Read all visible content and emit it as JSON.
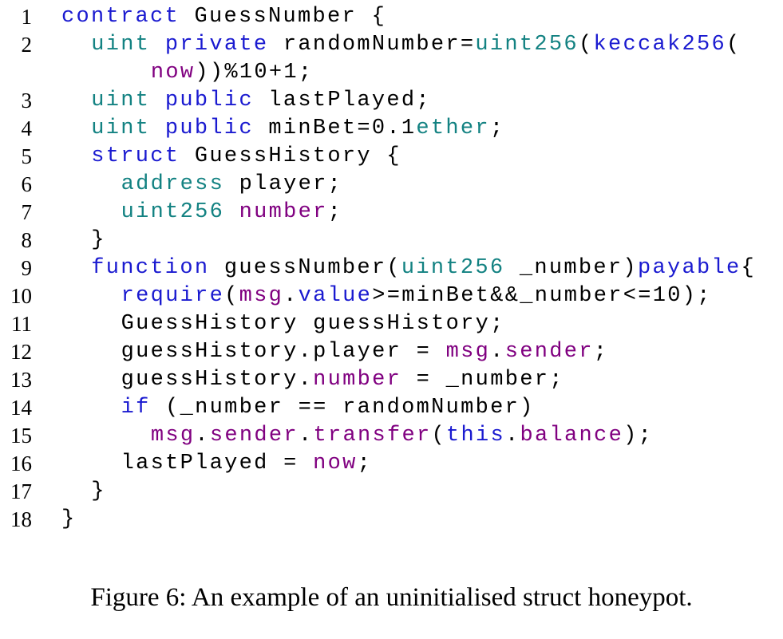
{
  "colors": {
    "keyword": "#1a1ad0",
    "type": "#138282",
    "builtin": "#800080",
    "plain": "#000000",
    "background": "#ffffff"
  },
  "listing": {
    "lines": [
      {
        "number": "1",
        "indent": 0,
        "tokens": [
          {
            "t": "contract",
            "k": "kw"
          },
          {
            "t": " GuessNumber {",
            "k": "plain"
          }
        ]
      },
      {
        "number": "2",
        "indent": 1,
        "tokens": [
          {
            "t": "uint",
            "k": "type"
          },
          {
            "t": " ",
            "k": "plain"
          },
          {
            "t": "private",
            "k": "kw"
          },
          {
            "t": " randomNumber=",
            "k": "plain"
          },
          {
            "t": "uint256",
            "k": "type"
          },
          {
            "t": "(",
            "k": "plain"
          },
          {
            "t": "keccak256",
            "k": "kw"
          },
          {
            "t": "(",
            "k": "plain"
          }
        ]
      },
      {
        "number": "",
        "indent": 3,
        "tokens": [
          {
            "t": "now",
            "k": "builtin"
          },
          {
            "t": "))%10+1;",
            "k": "plain"
          }
        ]
      },
      {
        "number": "3",
        "indent": 1,
        "tokens": [
          {
            "t": "uint",
            "k": "type"
          },
          {
            "t": " ",
            "k": "plain"
          },
          {
            "t": "public",
            "k": "kw"
          },
          {
            "t": " lastPlayed;",
            "k": "plain"
          }
        ]
      },
      {
        "number": "4",
        "indent": 1,
        "tokens": [
          {
            "t": "uint",
            "k": "type"
          },
          {
            "t": " ",
            "k": "plain"
          },
          {
            "t": "public",
            "k": "kw"
          },
          {
            "t": " minBet=0.1",
            "k": "plain"
          },
          {
            "t": "ether",
            "k": "type"
          },
          {
            "t": ";",
            "k": "plain"
          }
        ]
      },
      {
        "number": "5",
        "indent": 1,
        "tokens": [
          {
            "t": "struct",
            "k": "kw"
          },
          {
            "t": " GuessHistory {",
            "k": "plain"
          }
        ]
      },
      {
        "number": "6",
        "indent": 2,
        "tokens": [
          {
            "t": "address",
            "k": "type"
          },
          {
            "t": " player;",
            "k": "plain"
          }
        ]
      },
      {
        "number": "7",
        "indent": 2,
        "tokens": [
          {
            "t": "uint256",
            "k": "type"
          },
          {
            "t": " ",
            "k": "plain"
          },
          {
            "t": "number",
            "k": "builtin"
          },
          {
            "t": ";",
            "k": "plain"
          }
        ]
      },
      {
        "number": "8",
        "indent": 1,
        "tokens": [
          {
            "t": "}",
            "k": "plain"
          }
        ]
      },
      {
        "number": "9",
        "indent": 1,
        "tokens": [
          {
            "t": "function",
            "k": "kw"
          },
          {
            "t": " guessNumber(",
            "k": "plain"
          },
          {
            "t": "uint256",
            "k": "type"
          },
          {
            "t": " _number)",
            "k": "plain"
          },
          {
            "t": "payable",
            "k": "kw"
          },
          {
            "t": "{",
            "k": "plain"
          }
        ]
      },
      {
        "number": "10",
        "indent": 2,
        "tokens": [
          {
            "t": "require",
            "k": "kw"
          },
          {
            "t": "(",
            "k": "plain"
          },
          {
            "t": "msg",
            "k": "builtin"
          },
          {
            "t": ".",
            "k": "plain"
          },
          {
            "t": "value",
            "k": "kw"
          },
          {
            "t": ">=minBet&&_number<=10);",
            "k": "plain"
          }
        ]
      },
      {
        "number": "11",
        "indent": 2,
        "tokens": [
          {
            "t": "GuessHistory guessHistory;",
            "k": "plain"
          }
        ]
      },
      {
        "number": "12",
        "indent": 2,
        "tokens": [
          {
            "t": "guessHistory.player = ",
            "k": "plain"
          },
          {
            "t": "msg",
            "k": "builtin"
          },
          {
            "t": ".",
            "k": "plain"
          },
          {
            "t": "sender",
            "k": "builtin"
          },
          {
            "t": ";",
            "k": "plain"
          }
        ]
      },
      {
        "number": "13",
        "indent": 2,
        "tokens": [
          {
            "t": "guessHistory.",
            "k": "plain"
          },
          {
            "t": "number",
            "k": "builtin"
          },
          {
            "t": " = _number;",
            "k": "plain"
          }
        ]
      },
      {
        "number": "14",
        "indent": 2,
        "tokens": [
          {
            "t": "if",
            "k": "kw"
          },
          {
            "t": " (_number == randomNumber)",
            "k": "plain"
          }
        ]
      },
      {
        "number": "15",
        "indent": 3,
        "tokens": [
          {
            "t": "msg",
            "k": "builtin"
          },
          {
            "t": ".",
            "k": "plain"
          },
          {
            "t": "sender",
            "k": "builtin"
          },
          {
            "t": ".",
            "k": "plain"
          },
          {
            "t": "transfer",
            "k": "builtin"
          },
          {
            "t": "(",
            "k": "plain"
          },
          {
            "t": "this",
            "k": "kw"
          },
          {
            "t": ".",
            "k": "plain"
          },
          {
            "t": "balance",
            "k": "builtin"
          },
          {
            "t": ");",
            "k": "plain"
          }
        ]
      },
      {
        "number": "16",
        "indent": 2,
        "tokens": [
          {
            "t": "lastPlayed = ",
            "k": "plain"
          },
          {
            "t": "now",
            "k": "builtin"
          },
          {
            "t": ";",
            "k": "plain"
          }
        ]
      },
      {
        "number": "17",
        "indent": 1,
        "tokens": [
          {
            "t": "}",
            "k": "plain"
          }
        ]
      },
      {
        "number": "18",
        "indent": 0,
        "tokens": [
          {
            "t": "}",
            "k": "plain"
          }
        ]
      }
    ]
  },
  "caption": {
    "text": "Figure 6: An example of an uninitialised struct honeypot."
  }
}
